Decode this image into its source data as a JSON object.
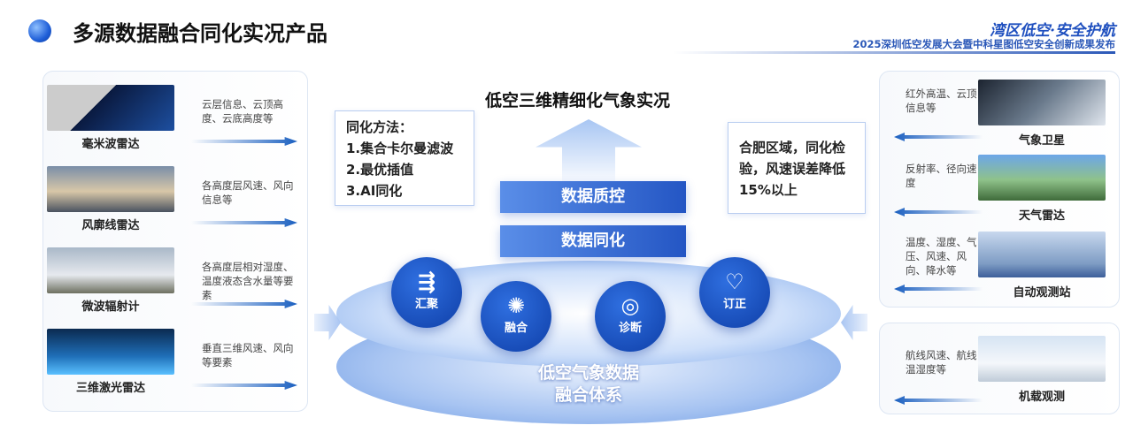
{
  "header": {
    "title": "多源数据融合同化实况产品",
    "brand": "湾区低空·安全护航",
    "subtitle": "2025深圳低空发展大会暨中科星图低空安全创新成果发布"
  },
  "left": [
    {
      "label": "毫米波雷达",
      "desc": "云层信息、云顶高度、云底高度等"
    },
    {
      "label": "风廓线雷达",
      "desc": "各高度层风速、风向信息等"
    },
    {
      "label": "微波辐射计",
      "desc": "各高度层相对湿度、温度液态含水量等要素"
    },
    {
      "label": "三维激光雷达",
      "desc": "垂直三维风速、风向等要素"
    }
  ],
  "right": [
    {
      "label": "气象卫星",
      "desc": "红外高温、云顶信息等"
    },
    {
      "label": "天气雷达",
      "desc": "反射率、径向速度"
    },
    {
      "label": "自动观测站",
      "desc": "温度、湿度、气压、风速、风向、降水等"
    },
    {
      "label": "机载观测",
      "desc": "航线风速、航线温湿度等"
    }
  ],
  "center": {
    "top_title": "低空三维精细化气象实况",
    "method": [
      "同化方法：",
      "1.集合卡尔曼滤波",
      "2.最优插值",
      "3.AI同化"
    ],
    "result": "合肥区域，同化检验，风速误差降低15%以上",
    "bar1": "数据质控",
    "bar2": "数据同化",
    "nodes": [
      "汇聚",
      "融合",
      "诊断",
      "订正"
    ],
    "system": [
      "低空气象数据",
      "融合体系"
    ]
  }
}
